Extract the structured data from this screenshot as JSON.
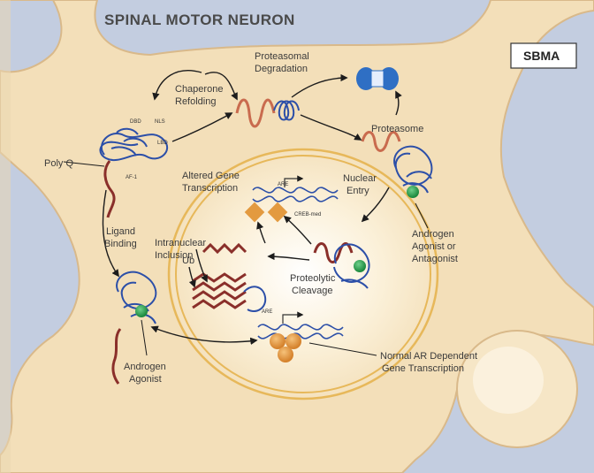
{
  "title": "SPINAL MOTOR NEURON",
  "badge": "SBMA",
  "labels": {
    "proteasomal_degradation_1": "Proteasomal",
    "proteasomal_degradation_2": "Degradation",
    "chaperone_refolding_1": "Chaperone",
    "chaperone_refolding_2": "Refolding",
    "proteasome": "Proteasome",
    "poly_q": "Poly Q",
    "altered_gene_1": "Altered Gene",
    "altered_gene_2": "Transcription",
    "nuclear_entry_1": "Nuclear",
    "nuclear_entry_2": "Entry",
    "ligand_binding_1": "Ligand",
    "ligand_binding_2": "Binding",
    "intranuclear_inclusion_1": "Intranuclear",
    "intranuclear_inclusion_2": "Inclusion",
    "ub": "Ub",
    "proteolytic_cleavage_1": "Proteolytic",
    "proteolytic_cleavage_2": "Cleavage",
    "androgen_agonist_antagonist_1": "Androgen",
    "androgen_agonist_antagonist_2": "Agonist or",
    "androgen_agonist_antagonist_3": "Antagonist",
    "androgen_agonist_1": "Androgen",
    "androgen_agonist_2": "Agonist",
    "normal_ar_1": "Normal AR Dependent",
    "normal_ar_2": "Gene Transcription",
    "small_dbd": "DBD",
    "small_nls": "NLS",
    "small_lbd": "LBD",
    "small_af1": "AF-1",
    "small_are1": "ARE",
    "small_creb": "CREB-med",
    "small_are2": "ARE"
  },
  "colors": {
    "cell_fill": "#f3dfb9",
    "cell_edge": "#d9b98a",
    "background": "#c3cde0",
    "nucleus_ring": "#e7b85a",
    "coil_blue": "#2c4fa8",
    "polyq_red": "#8a2f2a",
    "ligand_green": "#29a24f",
    "proteasome_blue": "#2f6fc4",
    "cofactor_orange": "#e39a3f"
  }
}
